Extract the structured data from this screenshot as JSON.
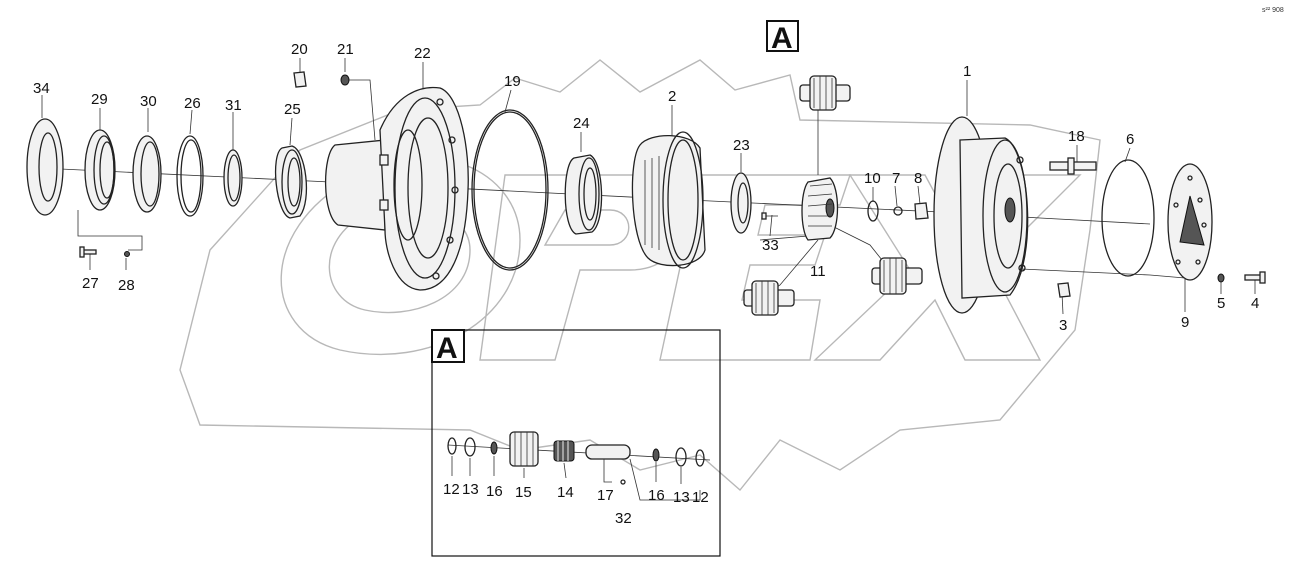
{
  "corner_code": "s²² 908",
  "view_marker": "A",
  "detail_marker": "A",
  "watermark": "OPEX",
  "labels": {
    "p1": "1",
    "p2": "2",
    "p3": "3",
    "p4": "4",
    "p5": "5",
    "p6": "6",
    "p7": "7",
    "p8": "8",
    "p9": "9",
    "p10": "10",
    "p11": "11",
    "p18": "18",
    "p19": "19",
    "p20": "20",
    "p21": "21",
    "p22": "22",
    "p23": "23",
    "p24": "24",
    "p25": "25",
    "p26": "26",
    "p27": "27",
    "p28": "28",
    "p29": "29",
    "p30": "30",
    "p31": "31",
    "p33": "33",
    "p34": "34"
  },
  "detail_labels": {
    "a12": "12",
    "a13": "13",
    "a16": "16",
    "a15": "15",
    "a14": "14",
    "a17": "17",
    "a32": "32",
    "b16": "16",
    "b13": "13",
    "b12": "12"
  }
}
